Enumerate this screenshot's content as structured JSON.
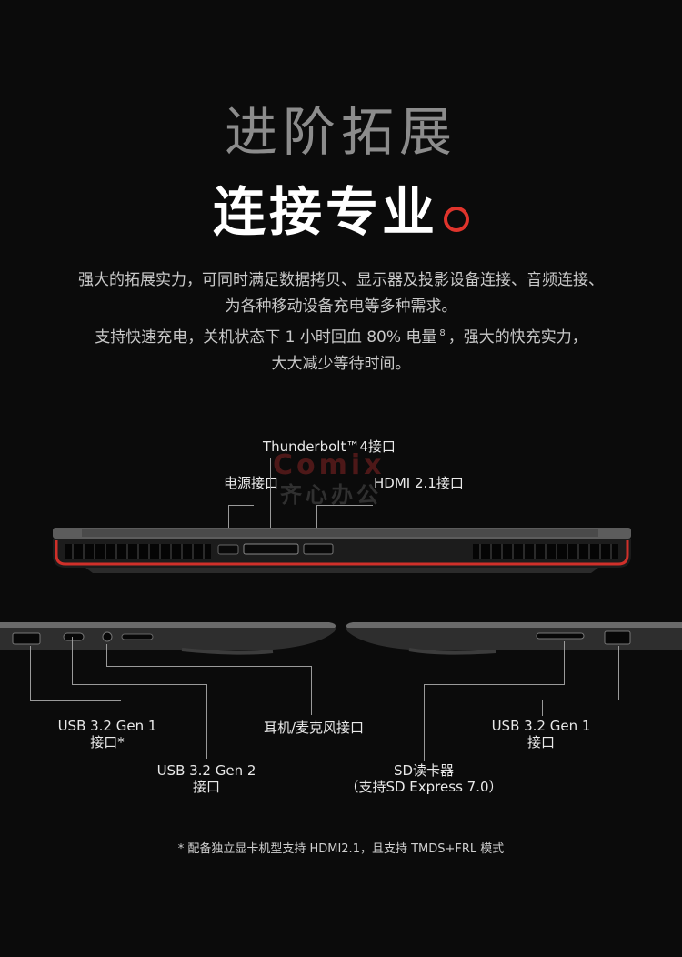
{
  "headline": {
    "line1": "进阶拓展",
    "line2": "连接专业"
  },
  "description": {
    "line1": "强大的拓展实力，可同时满足数据拷贝、显示器及投影设备连接、音频连接、",
    "line2": "为各种移动设备充电等多种需求。",
    "line3_a": "支持快速充电，关机状态下 1 小时回血 80% 电量",
    "line3_sup": "8",
    "line3_b": "，强大的快充实力，",
    "line4": "大大减少等待时间。"
  },
  "rear_ports": {
    "thunderbolt": "Thunderbolt™4接口",
    "power": "电源接口",
    "hdmi": "HDMI 2.1接口"
  },
  "side_ports": {
    "usb_gen1_left_l1": "USB 3.2 Gen 1",
    "usb_gen1_left_l2": "接口*",
    "usb_gen2_l1": "USB 3.2 Gen 2",
    "usb_gen2_l2": "接口",
    "audio": "耳机/麦克风接口",
    "sd_l1": "SD读卡器",
    "sd_l2": "（支持SD Express 7.0）",
    "usb_gen1_right_l1": "USB 3.2 Gen 1",
    "usb_gen1_right_l2": "接口"
  },
  "watermark": {
    "latin": "Comix",
    "cn": "齐心办公"
  },
  "footnote": "* 配备独立显卡机型支持 HDMI2.1，且支持 TMDS+FRL 模式",
  "colors": {
    "background": "#0b0b0b",
    "accent_red": "#e0342c",
    "headline_gray": "#8c8c8c"
  }
}
